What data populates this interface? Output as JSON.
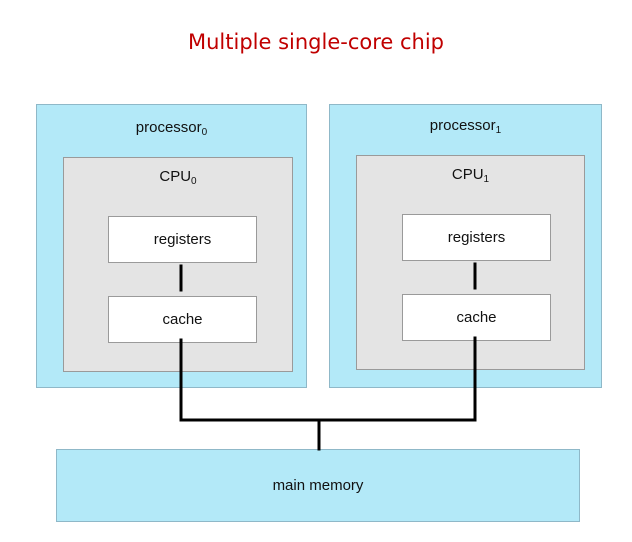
{
  "title": "Multiple single-core chip",
  "processors": [
    {
      "label": "processor",
      "subscript": "0",
      "cpu_label": "CPU",
      "cpu_subscript": "0",
      "registers": "registers",
      "cache": "cache"
    },
    {
      "label": "processor",
      "subscript": "1",
      "cpu_label": "CPU",
      "cpu_subscript": "1",
      "registers": "registers",
      "cache": "cache"
    }
  ],
  "main_memory": "main memory",
  "colors": {
    "title": "#c00000",
    "processor_fill": "#b3e9f8",
    "cpu_fill": "#e4e4e4",
    "box_fill": "#ffffff",
    "wire": "#000000"
  }
}
